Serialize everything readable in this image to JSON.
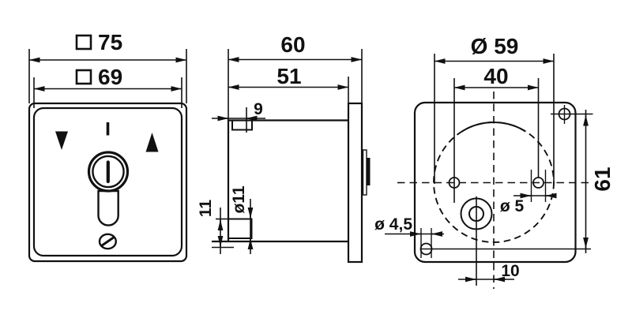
{
  "labels": {
    "front": {
      "outer_width": "75",
      "inner_width": "69"
    },
    "side": {
      "total_depth": "60",
      "body_depth": "51",
      "tab_width": "9",
      "cylinder_length": "11",
      "cylinder_diameter": "ø11"
    },
    "rear": {
      "body_circle_diameter": "Ø 59",
      "hole_spacing_horizontal": "40",
      "hole_spacing_vertical": "61",
      "small_hole_diameter": "ø 5",
      "corner_hole_diameter": "ø 4,5",
      "cylinder_offset": "10"
    }
  },
  "icons": {
    "square_dimension_symbol": "square-symbol",
    "position_down": "down-arrow-icon",
    "position_center": "center-position-mark",
    "position_up": "up-arrow-icon",
    "keyhole": "keyhole-icon",
    "screw": "screw-icon"
  },
  "colors": {
    "line": "#111111",
    "background": "#ffffff"
  }
}
